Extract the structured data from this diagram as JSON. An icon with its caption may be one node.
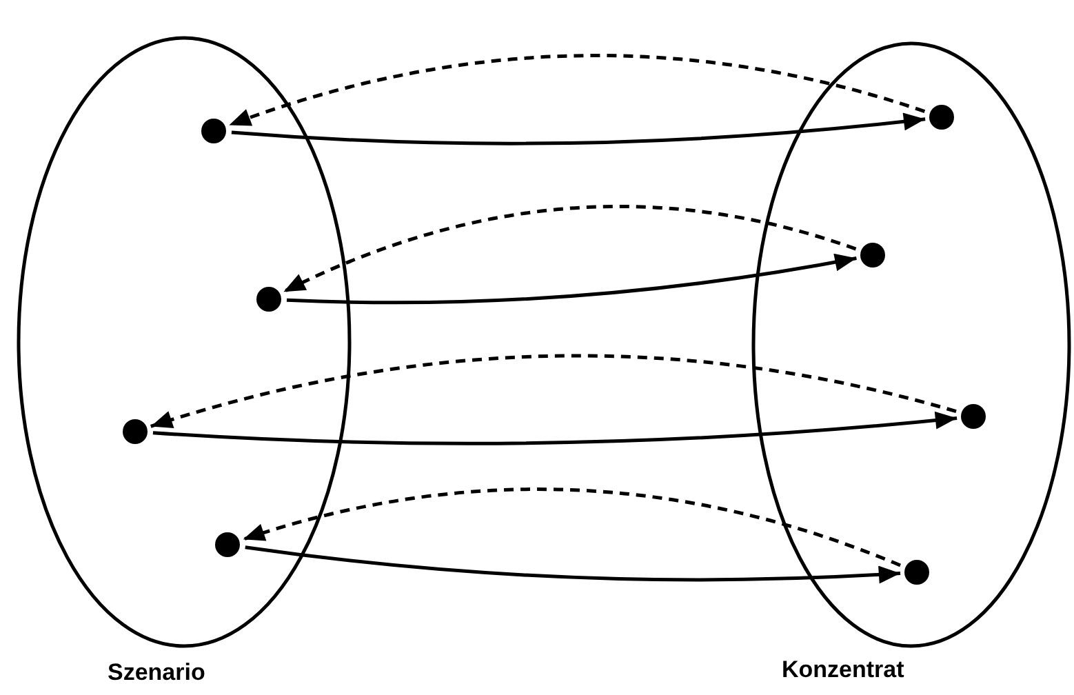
{
  "diagram": {
    "nodes": [
      {
        "text": [
          "Szenario"
        ]
      },
      {
        "text": [
          "Konzentrat"
        ]
      },
      {
        "text": [],
        "shape": "circle",
        "in": 0
      },
      {
        "text": [],
        "shape": "circle",
        "in": 0
      },
      {
        "text": [],
        "shape": "circle",
        "in": 0
      },
      {
        "text": [],
        "shape": "circle",
        "in": 0
      },
      {
        "text": [],
        "shape": "circle",
        "in": 1
      },
      {
        "text": [],
        "shape": "circle",
        "in": 1
      },
      {
        "text": [],
        "shape": "circle",
        "in": 1
      },
      {
        "text": [],
        "shape": "circle",
        "in": 1
      }
    ],
    "edges": [
      {
        "from": 6,
        "to": 2,
        "arrow": "to",
        "style": "dashed"
      },
      {
        "from": 2,
        "to": 6,
        "arrow": "to"
      },
      {
        "from": 7,
        "to": 3,
        "arrow": "to",
        "style": "dashed"
      },
      {
        "from": 3,
        "to": 7,
        "arrow": "to"
      },
      {
        "from": 8,
        "to": 4,
        "arrow": "to",
        "style": "dashed"
      },
      {
        "from": 4,
        "to": 8,
        "arrow": "to"
      },
      {
        "from": 9,
        "to": 5,
        "arrow": "to",
        "style": "dashed"
      },
      {
        "from": 5,
        "to": 9,
        "arrow": "to"
      }
    ]
  }
}
